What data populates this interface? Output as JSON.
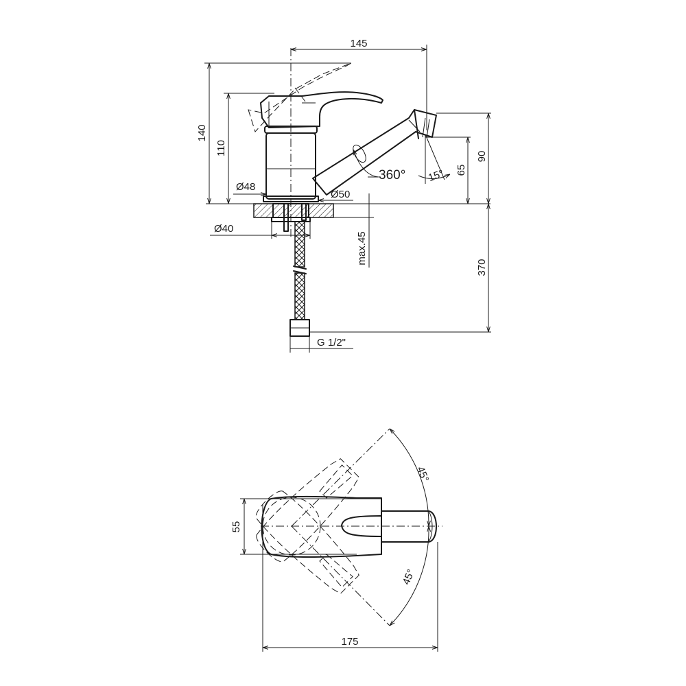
{
  "side_view": {
    "dim_reach": "145",
    "dim_total_height": "140",
    "dim_body_height": "110",
    "dim_body_diameter": "Ø48",
    "dim_base_diameter": "Ø50",
    "dim_shank_diameter": "Ø40",
    "dim_max_thickness": "max.45",
    "dim_spout_height": "90",
    "dim_outlet_height": "65",
    "dim_swivel": "360°",
    "dim_aerator_angle": "15°",
    "dim_hose_length": "370",
    "dim_thread": "G 1/2\""
  },
  "top_view": {
    "dim_width": "55",
    "dim_length": "175",
    "dim_lever_angle_up": "45°",
    "dim_lever_angle_down": "45°"
  }
}
